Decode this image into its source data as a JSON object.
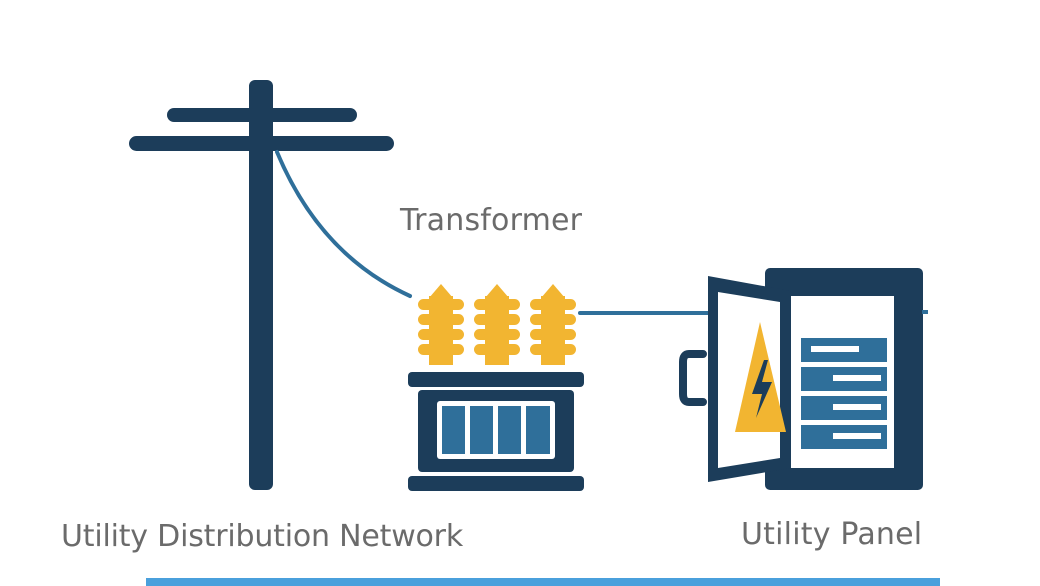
{
  "labels": {
    "transformer": "Transformer",
    "network": "Utility Distribution Network",
    "panel": "Utility Panel"
  },
  "icons": {
    "pole": "utility-pole-icon",
    "transformer": "transformer-icon",
    "panel": "electrical-panel-icon",
    "warning": "high-voltage-warning-icon"
  },
  "colors": {
    "navy": "#1c3d5a",
    "steel_blue": "#2f6f9a",
    "amber": "#f2b531",
    "label_gray": "#6b6b6b",
    "accent_bar": "#4aa0dc",
    "white": "#ffffff"
  }
}
